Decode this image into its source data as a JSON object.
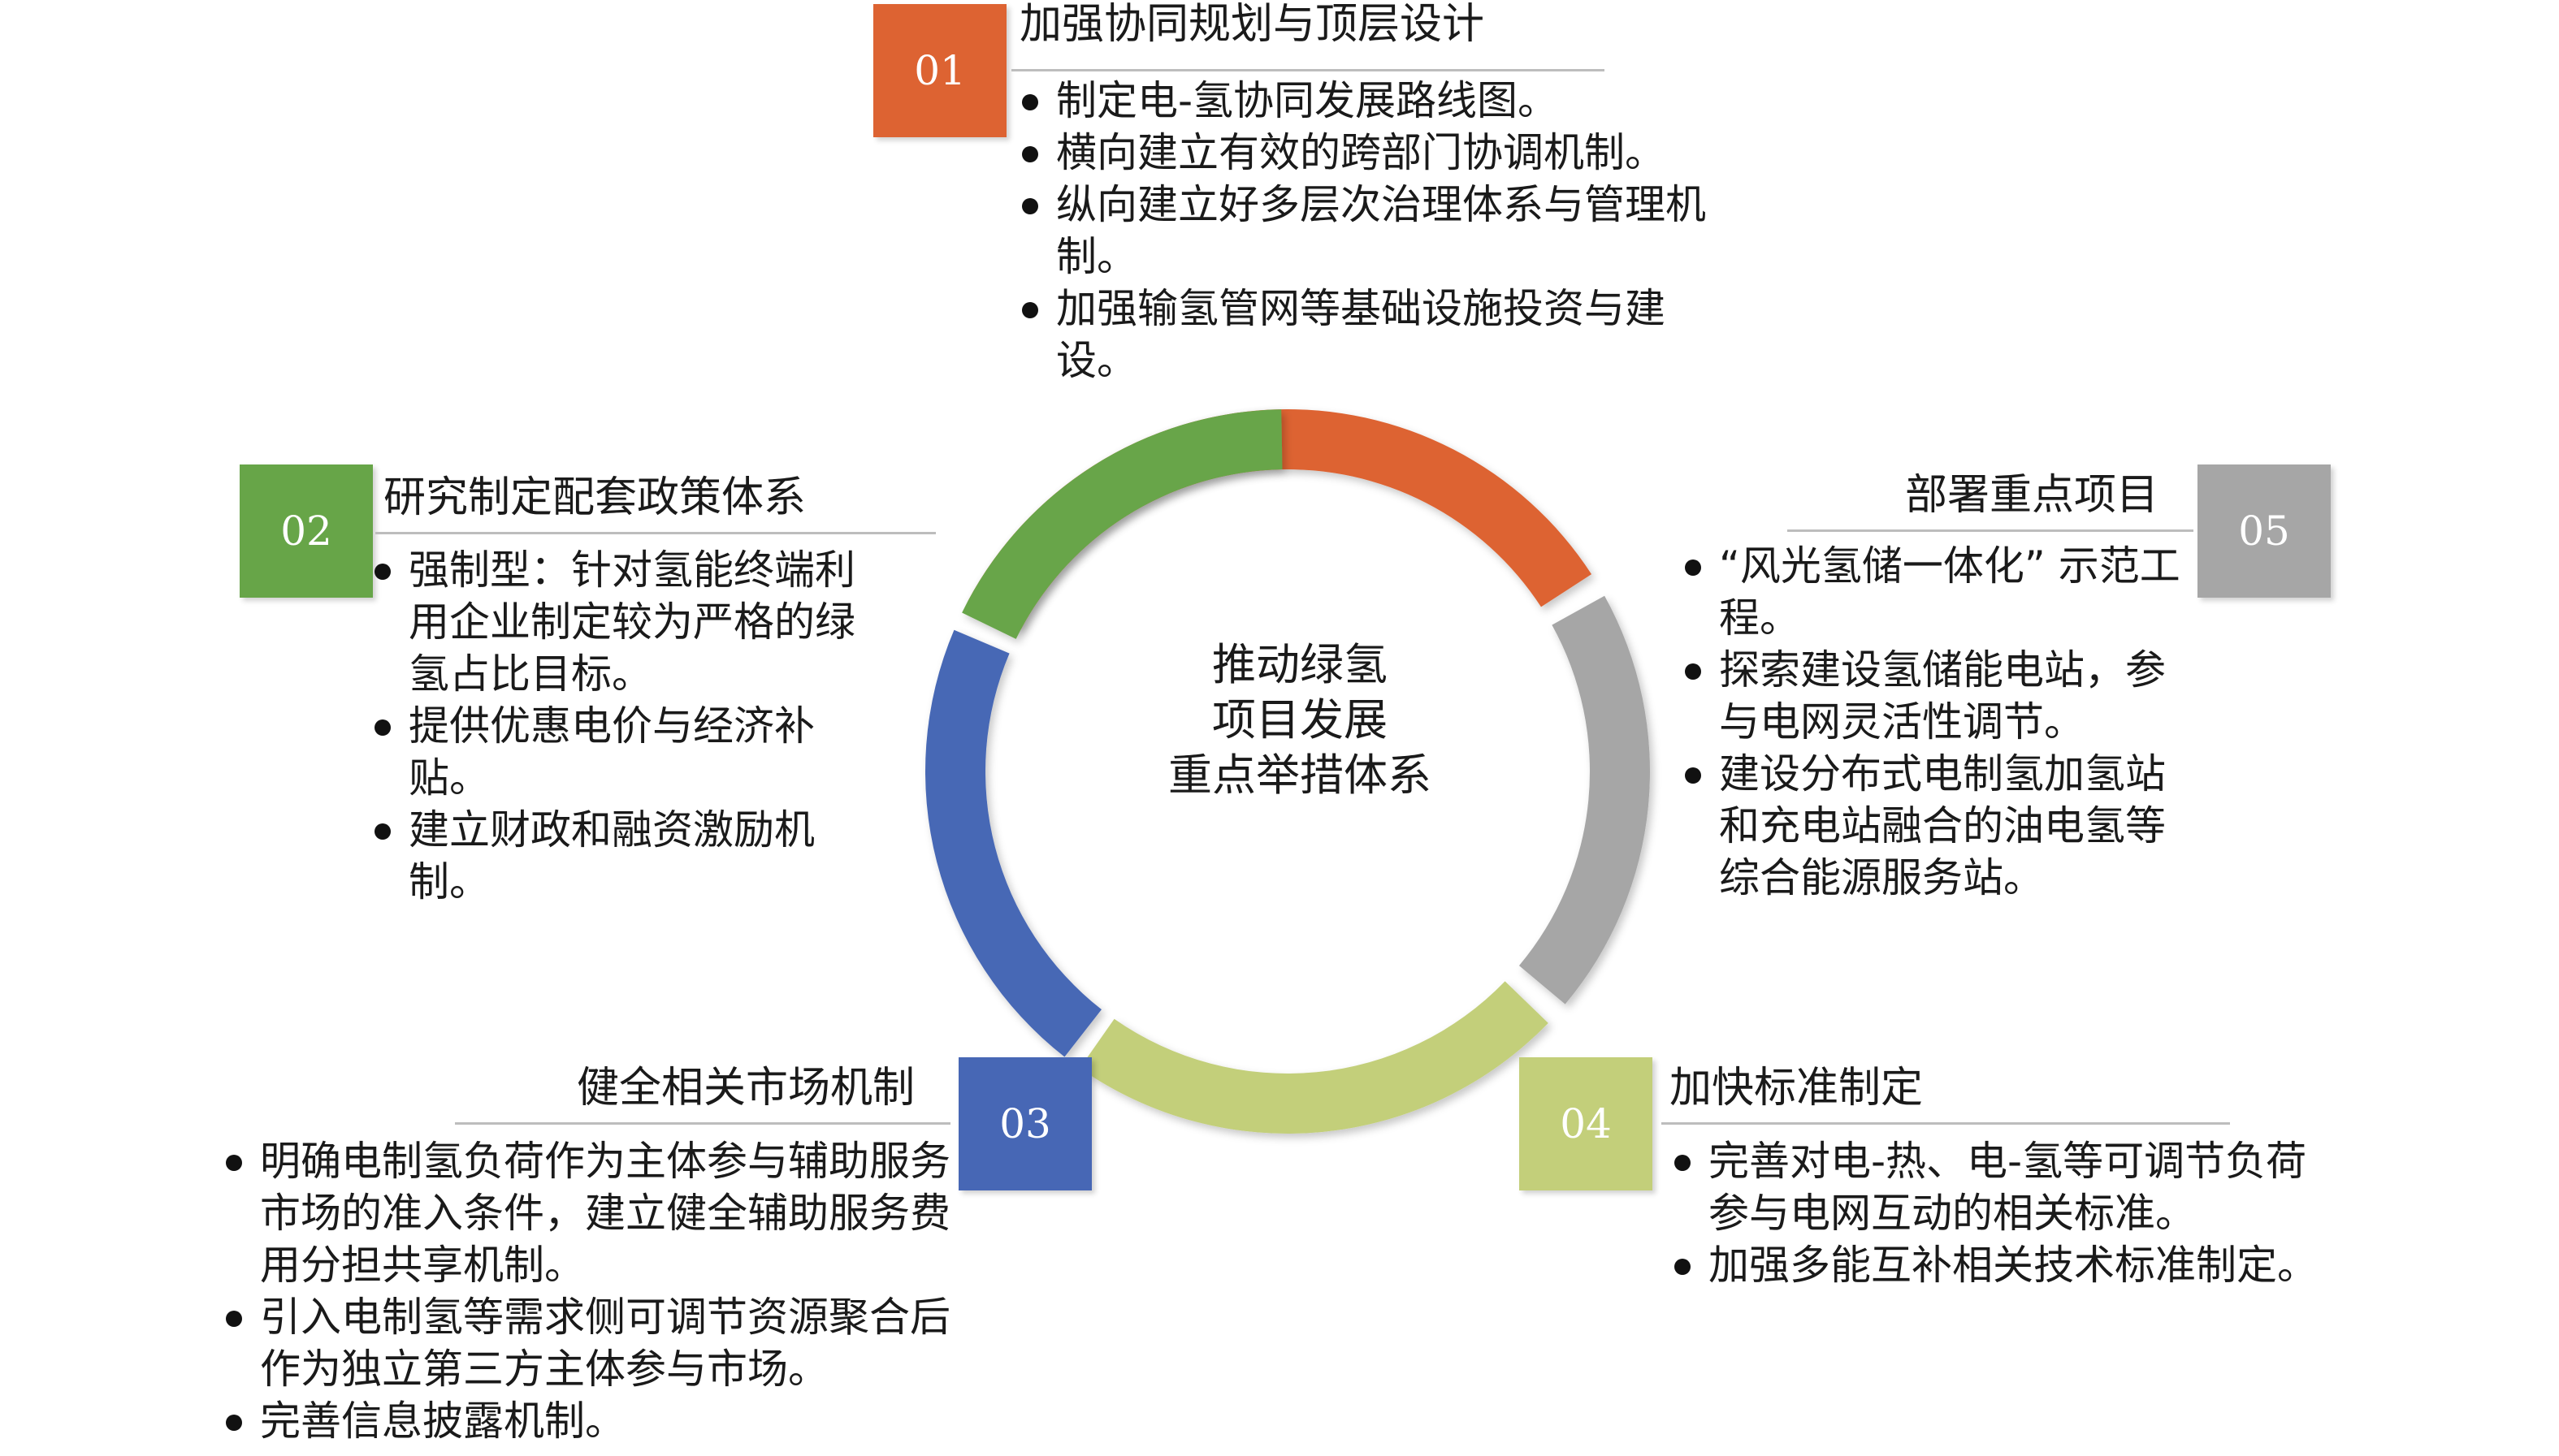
{
  "center": {
    "lines": [
      "推动绿氢",
      "项目发展",
      "重点举措体系"
    ]
  },
  "colors": {
    "orange": "#DD6332",
    "green": "#67A548",
    "blue": "#4767B5",
    "lime": "#C3CF7A",
    "gray": "#A6A6A6"
  },
  "sections": [
    {
      "number": "01",
      "title": "加强协同规划与顶层设计",
      "items": [
        "制定电-氢协同发展路线图。",
        "横向建立有效的跨部门协调机制。",
        "纵向建立好多层次治理体系与管理机制。",
        "加强输氢管网等基础设施投资与建设。"
      ]
    },
    {
      "number": "02",
      "title": "研究制定配套政策体系",
      "items": [
        "强制型：针对氢能终端利用企业制定较为严格的绿氢占比目标。",
        "提供优惠电价与经济补贴。",
        "建立财政和融资激励机制。"
      ]
    },
    {
      "number": "03",
      "title": "健全相关市场机制",
      "items": [
        "明确电制氢负荷作为主体参与辅助服务市场的准入条件，建立健全辅助服务费用分担共享机制。",
        "引入电制氢等需求侧可调节资源聚合后作为独立第三方主体参与市场。",
        "完善信息披露机制。"
      ]
    },
    {
      "number": "04",
      "title": "加快标准制定",
      "items": [
        "完善对电-热、电-氢等可调节负荷参与电网互动的相关标准。",
        "加强多能互补相关技术标准制定。"
      ]
    },
    {
      "number": "05",
      "title": "部署重点项目",
      "items": [
        "“风光氢储一体化” 示范工程。",
        "探索建设氢储能电站，参与电网灵活性调节。",
        "建设分布式电制氢加氢站和充电站融合的油电氢等综合能源服务站。"
      ]
    }
  ]
}
